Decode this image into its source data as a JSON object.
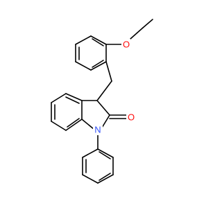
{
  "molecule": {
    "atoms": {
      "ether_oxygen": "O",
      "carbonyl_oxygen": "O",
      "ring_nitrogen": "N"
    },
    "colors": {
      "bond": "#000000",
      "oxygen": "#ff0d0d",
      "nitrogen": "#3050f8",
      "background": "#ffffff"
    }
  }
}
